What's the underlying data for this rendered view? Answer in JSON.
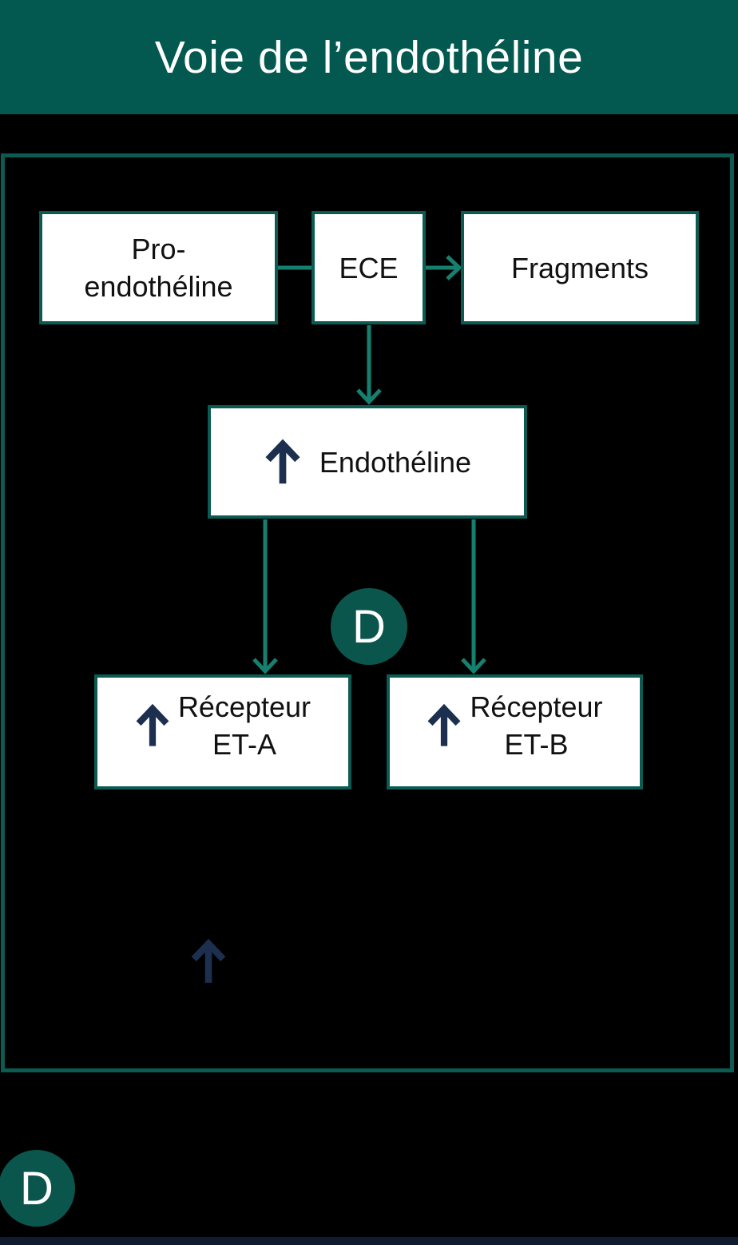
{
  "header": {
    "title": "Voie de l’endothéline"
  },
  "diagram": {
    "boxes": {
      "pro_endotheline": {
        "line1": "Pro-",
        "line2": "endothéline"
      },
      "ece": {
        "label": "ECE"
      },
      "fragments": {
        "label": "Fragments"
      },
      "endotheline": {
        "label": "Endothéline"
      },
      "recepteur_et_a": {
        "line1": "Récepteur",
        "line2": "ET-A"
      },
      "recepteur_et_b": {
        "line1": "Récepteur",
        "line2": "ET-B"
      }
    },
    "badges": {
      "d_pathway": {
        "label": "D"
      },
      "d_footer": {
        "label": "D"
      }
    },
    "icons": {
      "increase_arrow": "↑"
    }
  },
  "colors": {
    "header_bg": "#03594f",
    "box_border": "#0b5b52",
    "connector": "#15806f",
    "badge_bg": "#0b564c",
    "arrow_navy": "#1c2f4e",
    "box_bg": "#ffffff",
    "canvas_bg": "#000000",
    "box_text": "#111111",
    "title_text": "#ffffff",
    "footer_bar": "#0e1b30"
  }
}
